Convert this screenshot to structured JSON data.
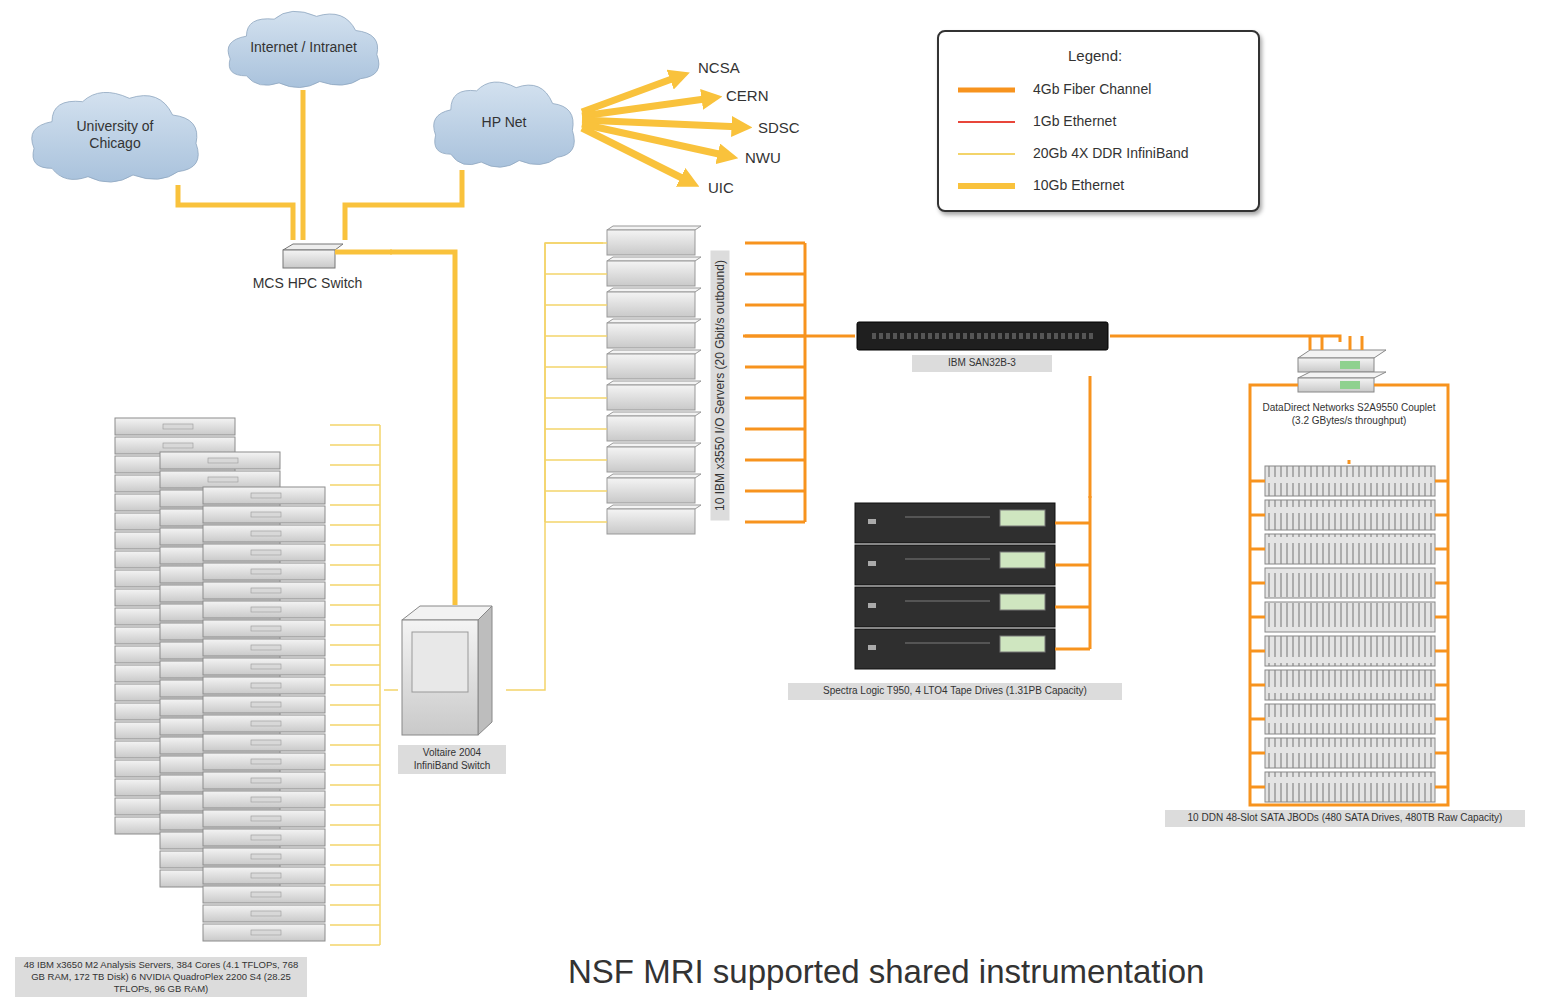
{
  "diagram": {
    "caption": "NSF MRI supported shared instrumentation",
    "nodes": [
      {
        "text": [
          "University of Chicago"
        ]
      },
      {
        "text": [
          "Internet / Intranet"
        ]
      },
      {
        "text": [
          "HP Net"
        ]
      },
      {
        "text": [
          "MCS HPC Switch"
        ]
      },
      {
        "text": [
          "10 IBM x3550 I/O Servers (20 Gbit/s outbound)"
        ]
      },
      {
        "text": [
          "IBM SAN32B-3"
        ]
      },
      {
        "text": [
          "DataDirect Networks S2A9550 Couplet (3.2 GBytes/s throughput)"
        ]
      },
      {
        "text": [
          "Spectra Logic T950, 4 LTO4 Tape Drives (1.31PB Capacity)"
        ]
      },
      {
        "text": [
          "10 DDN 48-Slot SATA JBODs (480 SATA Drives, 480TB Raw Capacity)"
        ]
      },
      {
        "text": [
          "Voltaire 2004 InfiniBand Switch"
        ]
      },
      {
        "text": [
          "48 IBM x3650 M2 Analysis Servers, 384 Cores (4.1 TFLOPs, 768 GB RAM, 172 TB Disk) 6 NVIDIA QuadroPlex 2200 S4 (28.25 TFLOPs, 96 GB RAM)"
        ]
      }
    ],
    "edges": [
      {
        "from": 0,
        "to": 3,
        "arrow": "none"
      },
      {
        "from": 1,
        "to": 3,
        "arrow": "none"
      },
      {
        "from": 2,
        "to": 3,
        "arrow": "none"
      },
      {
        "from": 3,
        "to": 9,
        "arrow": "none"
      },
      {
        "from": 10,
        "to": 9,
        "arrow": "none"
      },
      {
        "from": 9,
        "to": 4,
        "arrow": "none"
      },
      {
        "from": 4,
        "to": 5,
        "arrow": "none"
      },
      {
        "from": 5,
        "to": 6,
        "arrow": "none"
      },
      {
        "from": 5,
        "to": 7,
        "arrow": "none"
      },
      {
        "from": 6,
        "to": 8,
        "arrow": "none"
      }
    ],
    "labels": [
      "NCSA",
      "CERN",
      "SDSC",
      "NWU",
      "UIC",
      "Legend:"
    ],
    "legend": [
      {
        "text": "4Gb Fiber Channel"
      },
      {
        "text": "1Gb Ethernet"
      },
      {
        "text": "20Gb 4X DDR InfiniBand"
      },
      {
        "text": "10Gb Ethernet"
      }
    ]
  }
}
